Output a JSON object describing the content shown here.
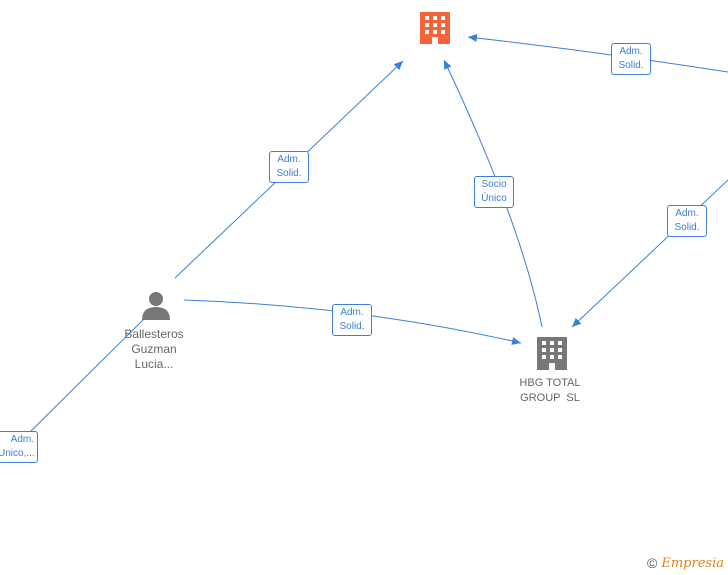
{
  "nodes": {
    "top_company": {
      "label": "",
      "icon": "building-icon",
      "color": "#f4633a"
    },
    "person": {
      "label_lines": [
        "Ballesteros",
        "Guzman",
        "Lucia..."
      ],
      "icon": "person-icon",
      "color": "#777777"
    },
    "hbg": {
      "label_lines": [
        "HBG TOTAL",
        "GROUP  SL"
      ],
      "icon": "building-icon",
      "color": "#777777"
    }
  },
  "edges": [
    {
      "id": "person-to-top",
      "label_lines": [
        "Adm.",
        "Solid."
      ]
    },
    {
      "id": "right-to-top",
      "label_lines": [
        "Adm.",
        "Solid."
      ]
    },
    {
      "id": "hbg-to-top",
      "label_lines": [
        "Socio",
        "Único"
      ]
    },
    {
      "id": "right-to-hbg",
      "label_lines": [
        "Adm.",
        "Solid."
      ]
    },
    {
      "id": "person-to-hbg",
      "label_lines": [
        "Adm.",
        "Solid."
      ]
    },
    {
      "id": "left-to-person",
      "label_lines": [
        "Adm.",
        "Unico,..."
      ]
    }
  ],
  "colors": {
    "edge": "#3a7fd5",
    "brand": "#e0821f"
  },
  "footer": {
    "copyright": "©",
    "brand": "Empresia"
  }
}
